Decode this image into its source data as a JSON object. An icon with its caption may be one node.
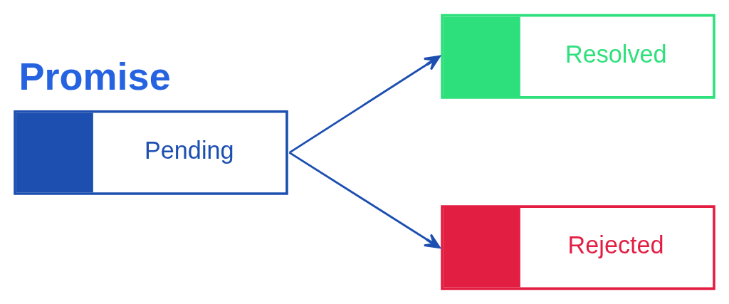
{
  "diagram": {
    "nodes": [
      {
        "text": [
          "Promise",
          "Pending"
        ]
      },
      {
        "text": [
          "Resolved"
        ]
      },
      {
        "text": [
          "Rejected"
        ]
      }
    ],
    "edges": [
      {
        "from": 0,
        "to": 1,
        "arrow": "to"
      },
      {
        "from": 0,
        "to": 2,
        "arrow": "to"
      }
    ]
  }
}
